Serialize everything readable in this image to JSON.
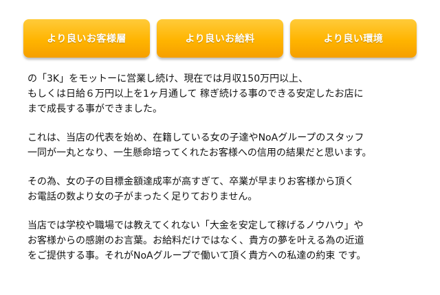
{
  "nav": {
    "buttons": [
      {
        "label": "より良いお客様層"
      },
      {
        "label": "より良いお給料"
      },
      {
        "label": "より良い環境"
      }
    ],
    "button_color": "#ffb400",
    "button_text_color": "#ffffff"
  },
  "content": {
    "paragraphs": [
      {
        "lines": [
          "の「3K」をモットーに営業し続け、現在では月収150万円以上、",
          "もしくは日給６万円以上を1ヶ月通して 稼ぎ続ける事のできる安定したお店に",
          "まで成長する事ができました。"
        ]
      },
      {
        "lines": [
          "これは、当店の代表を始め、在籍している女の子達やNoAグループのスタッフ",
          "一同が一丸となり、一生懸命培ってくれたお客様への信用の結果だと思います。"
        ]
      },
      {
        "lines": [
          "その為、女の子の目標金額達成率が高すぎて、卒業が早まりお客様から頂く",
          "お電話の数より女の子がまったく足りておりません。"
        ]
      },
      {
        "lines": [
          "当店では学校や職場では教えてくれない「大金を安定して稼げるノウハウ」や",
          "お客様からの感謝のお言葉。お給料だけではなく、貴方の夢を叶える為の近道",
          "をご提供する事。それがNoAグループで働いて頂く貴方への私達の約束 です。"
        ]
      }
    ]
  }
}
